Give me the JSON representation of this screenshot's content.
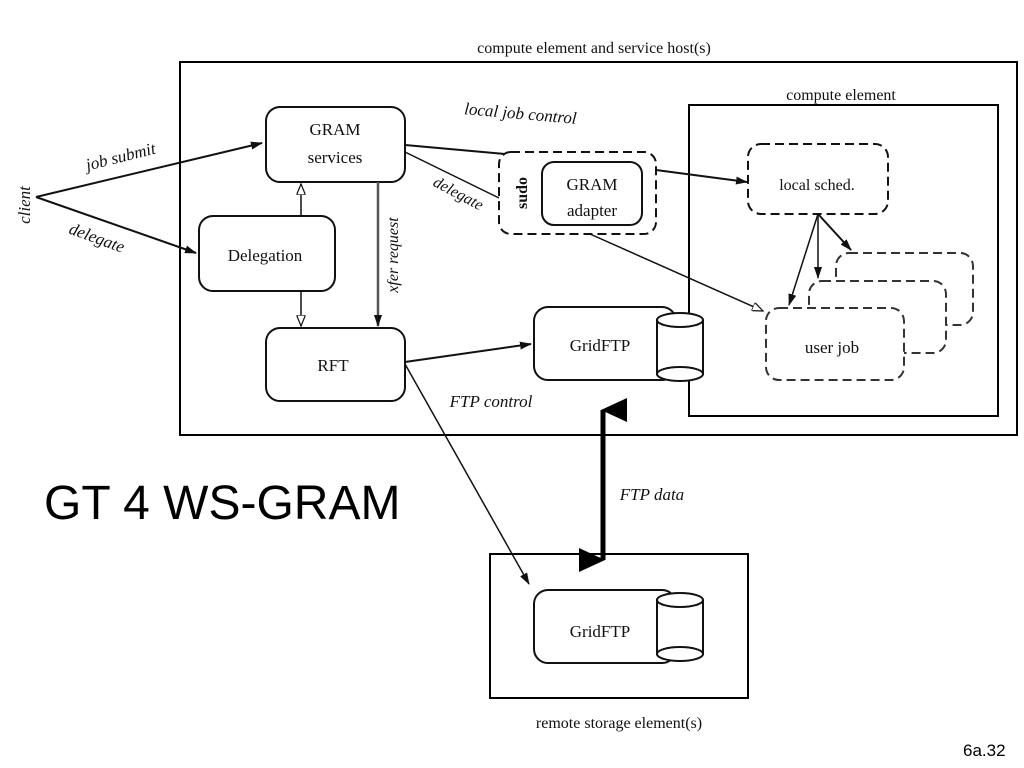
{
  "slide": {
    "title": "GT 4 WS-GRAM",
    "number": "6a.32"
  },
  "diagram": {
    "containers": {
      "host": "compute element and service host(s)",
      "compute": "compute element",
      "remote": "remote storage element(s)"
    },
    "nodes": {
      "client": "client",
      "gram_services_1": "GRAM",
      "gram_services_2": "services",
      "delegation": "Delegation",
      "rft": "RFT",
      "sudo": "sudo",
      "gram_adapter_1": "GRAM",
      "gram_adapter_2": "adapter",
      "local_sched": "local sched.",
      "user_job": "user job",
      "gridftp_local": "GridFTP",
      "gridftp_remote": "GridFTP"
    },
    "edges": {
      "job_submit": "job submit",
      "client_delegate": "delegate",
      "local_job_control": "local job control",
      "adapter_delegate": "delegate",
      "xfer_request": "xfer request",
      "ftp_control": "FTP control",
      "ftp_data": "FTP data"
    }
  }
}
